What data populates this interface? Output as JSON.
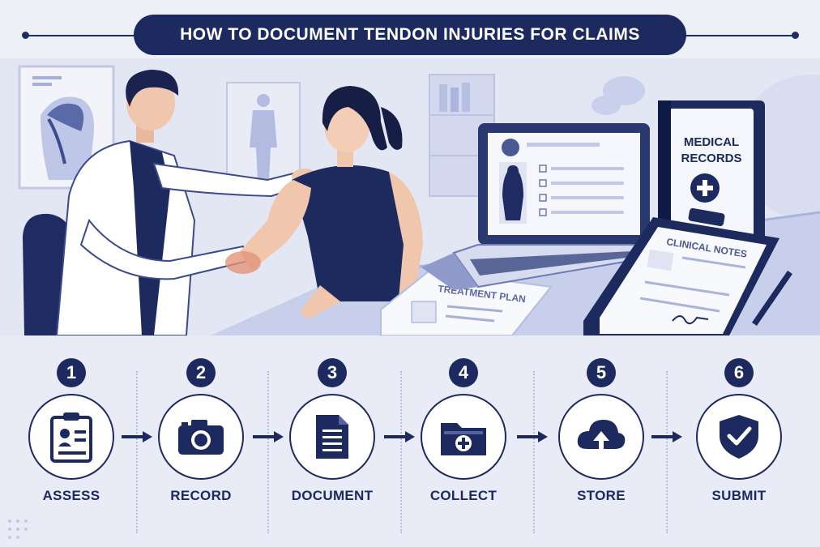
{
  "title": "HOW TO DOCUMENT TENDON INJURIES FOR CLAIMS",
  "scene": {
    "binder_label_line1": "MEDICAL",
    "binder_label_line2": "RECORDS",
    "clipboard_title": "CLINICAL NOTES",
    "paper_title": "TREATMENT PLAN"
  },
  "steps": [
    {
      "number": "1",
      "label": "ASSESS",
      "icon": "clipboard-icon"
    },
    {
      "number": "2",
      "label": "RECORD",
      "icon": "camera-icon"
    },
    {
      "number": "3",
      "label": "DOCUMENT",
      "icon": "document-icon"
    },
    {
      "number": "4",
      "label": "COLLECT",
      "icon": "folder-plus-icon"
    },
    {
      "number": "5",
      "label": "STORE",
      "icon": "cloud-upload-icon"
    },
    {
      "number": "6",
      "label": "SUBMIT",
      "icon": "shield-check-icon"
    }
  ],
  "colors": {
    "navy": "#1c2a60",
    "background": "#eef0f8",
    "accent_light": "#c9d1ee"
  }
}
